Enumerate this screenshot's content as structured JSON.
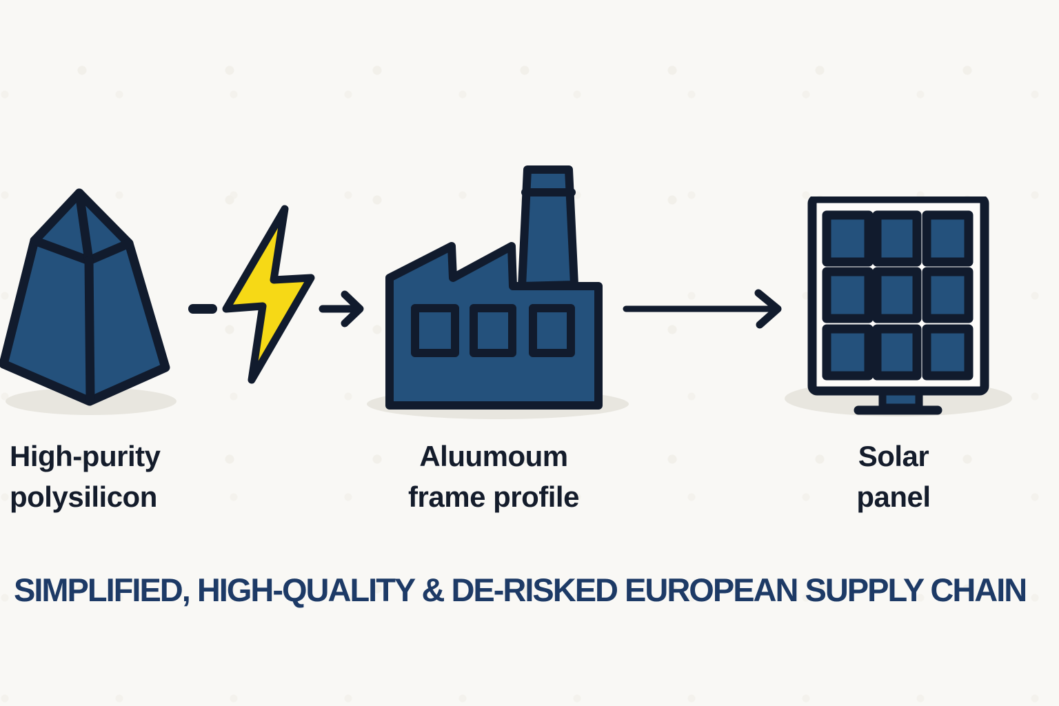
{
  "infographic": {
    "headline": "SIMPLIFIED, HIGH-QUALITY & DE-RISKED EUROPEAN SUPPLY CHAIN",
    "steps": [
      {
        "icon": "polysilicon-crystal-icon",
        "label_line1": "High-purity",
        "label_line2": "polysilicon"
      },
      {
        "icon": "lightning-bolt-icon",
        "label_line1": "",
        "label_line2": ""
      },
      {
        "icon": "factory-icon",
        "label_line1": "Aluumoum",
        "label_line2": "frame profile"
      },
      {
        "icon": "solar-panel-icon",
        "label_line1": "Solar",
        "label_line2": "panel"
      }
    ],
    "connectors": [
      "dash",
      "short-arrow-right",
      "long-arrow-right"
    ],
    "colors": {
      "background": "#f9f8f5",
      "icon_fill_blue": "#24517c",
      "outline_navy": "#111b2d",
      "bolt_yellow": "#f6d916",
      "panel_white": "#fdfcfa",
      "headline_navy": "#1d3a66",
      "label_ink": "#141c2b",
      "shadow_gray": "#e8e6df"
    }
  }
}
